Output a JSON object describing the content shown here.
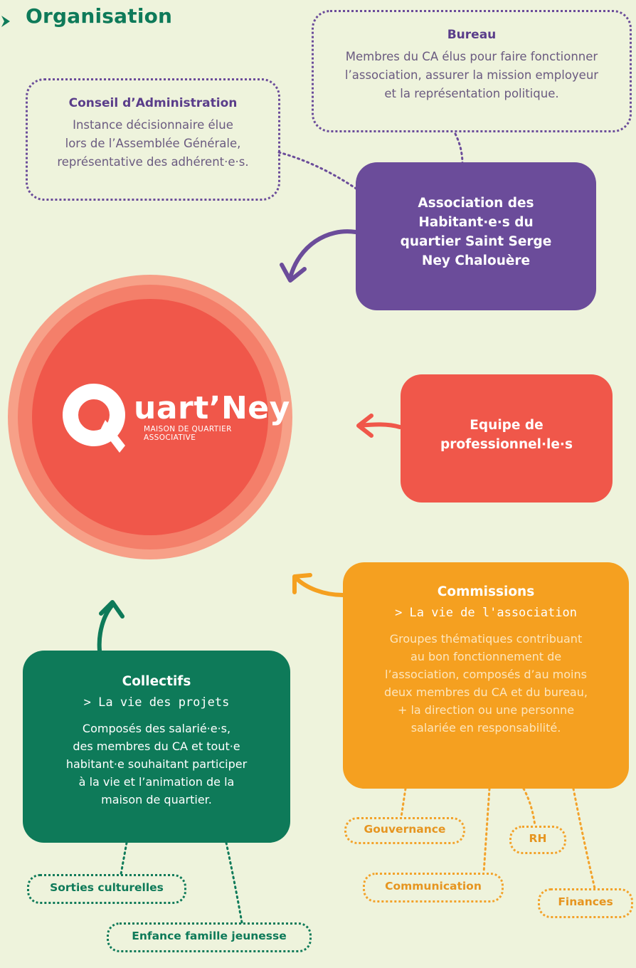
{
  "page": {
    "title": "Organisation"
  },
  "conseil": {
    "heading": "Conseil d’Administration",
    "lines": [
      "Instance décisionnaire élue",
      "lors de l’Assemblée Générale,",
      "représentative des adhérent·e·s."
    ]
  },
  "bureau": {
    "heading": "Bureau",
    "lines": [
      "Membres du CA élus pour faire fonctionner",
      "l’association, assurer la mission employeur",
      "et la représentation politique."
    ]
  },
  "association": {
    "lines": [
      "Association des",
      "Habitant·e·s du",
      "quartier Saint Serge",
      "Ney Chalouère"
    ]
  },
  "logo": {
    "word": "uart’Ney",
    "sub_lines": [
      "MAISON DE QUARTIER",
      "ASSOCIATIVE"
    ]
  },
  "equipe": {
    "lines": [
      "Equipe de",
      "professionnel·le·s"
    ]
  },
  "commissions": {
    "heading": "Commissions",
    "subheading": "> La vie de l'association",
    "lines": [
      "Groupes thématiques contribuant",
      "au bon fonctionnement de",
      "l’association, composés d’au moins",
      "deux membres du CA et du bureau,",
      "+ la direction ou une personne",
      "salariée en responsabilité."
    ],
    "tags": [
      "Gouvernance",
      "RH",
      "Communication",
      "Finances"
    ]
  },
  "collectifs": {
    "heading": "Collectifs",
    "subheading": "> La vie des projets",
    "lines": [
      "Composés des salarié·e·s,",
      "des membres du CA et tout·e",
      "habitant·e souhaitant participer",
      "à la vie et l’animation de la",
      "maison de quartier."
    ],
    "tags": [
      "Sorties culturelles",
      "Enfance famille jeunesse"
    ]
  },
  "colors": {
    "green": "#0e7a59",
    "purple": "#6b4c9a",
    "red": "#f0574a",
    "orange": "#f5a020",
    "background": "#eef3dc"
  }
}
